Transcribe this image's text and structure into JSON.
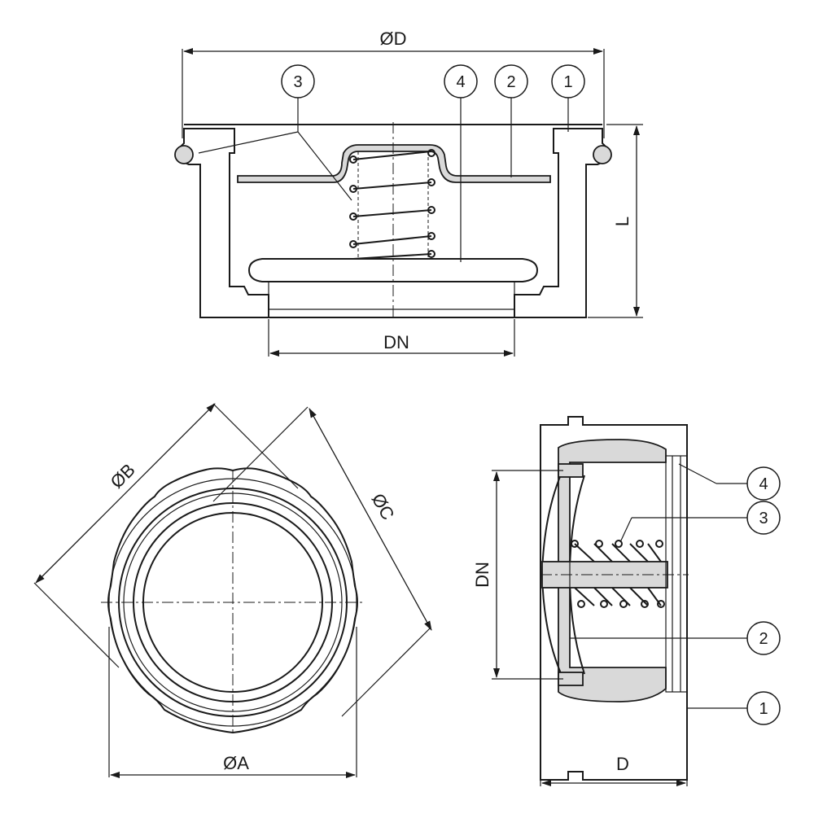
{
  "dimensions": {
    "top": {
      "overall_diameter": "ØD",
      "nominal": "DN",
      "length": "L"
    },
    "front": {
      "diameter_a": "ØA",
      "diameter_b": "ØB",
      "diameter_c": "ØC"
    },
    "side": {
      "nominal": "DN",
      "depth": "D"
    }
  },
  "callouts": {
    "top": [
      "3",
      "4",
      "2",
      "1"
    ],
    "side": [
      "4",
      "3",
      "2",
      "1"
    ]
  },
  "colors": {
    "line": "#1a1a1a",
    "fill": "#d9d9d9",
    "background": "#ffffff"
  }
}
